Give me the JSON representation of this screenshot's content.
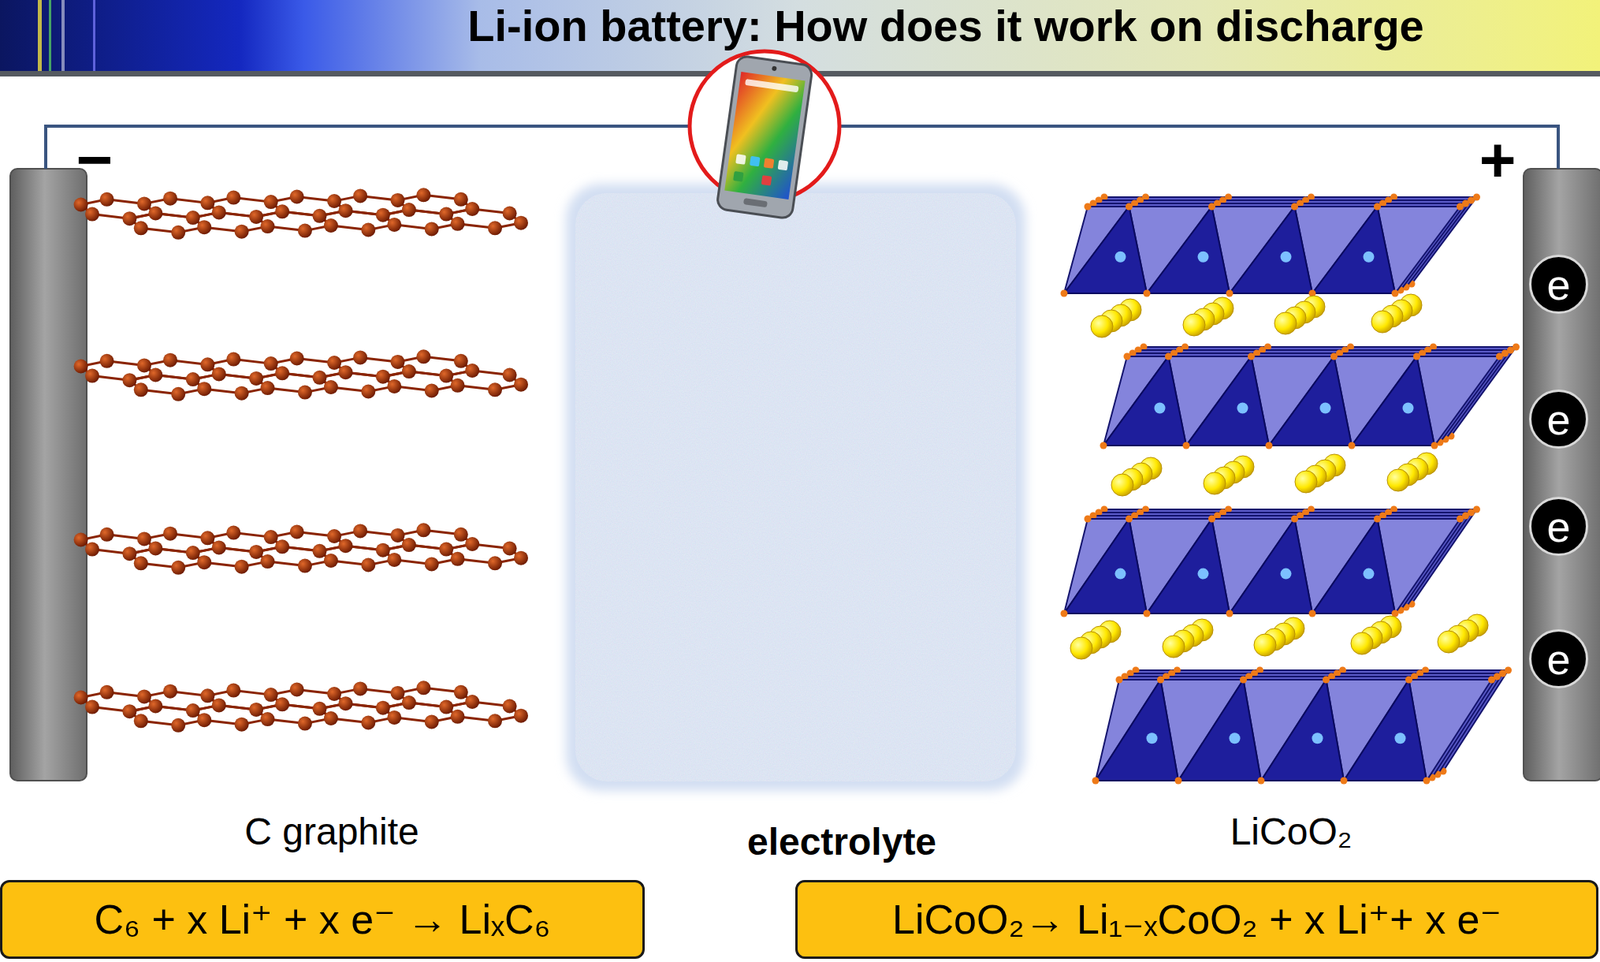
{
  "diagram": {
    "title": "Li-ion battery: How does it work on discharge",
    "nodes": [
      {
        "text": [
          "e"
        ]
      },
      {
        "text": [
          "e"
        ]
      },
      {
        "text": [
          "e"
        ]
      },
      {
        "text": [
          "e"
        ]
      },
      {
        "text": [
          "C₆ + x Li⁺ + x e⁻ → LiₓC₆"
        ]
      },
      {
        "text": [
          "LiCoO₂→ Li₁₋ₓCoO₂ + x Li⁺+ x e⁻"
        ]
      }
    ],
    "labels": [
      "−",
      "+",
      "C graphite",
      "electrolyte",
      "LiCoO₂"
    ]
  }
}
